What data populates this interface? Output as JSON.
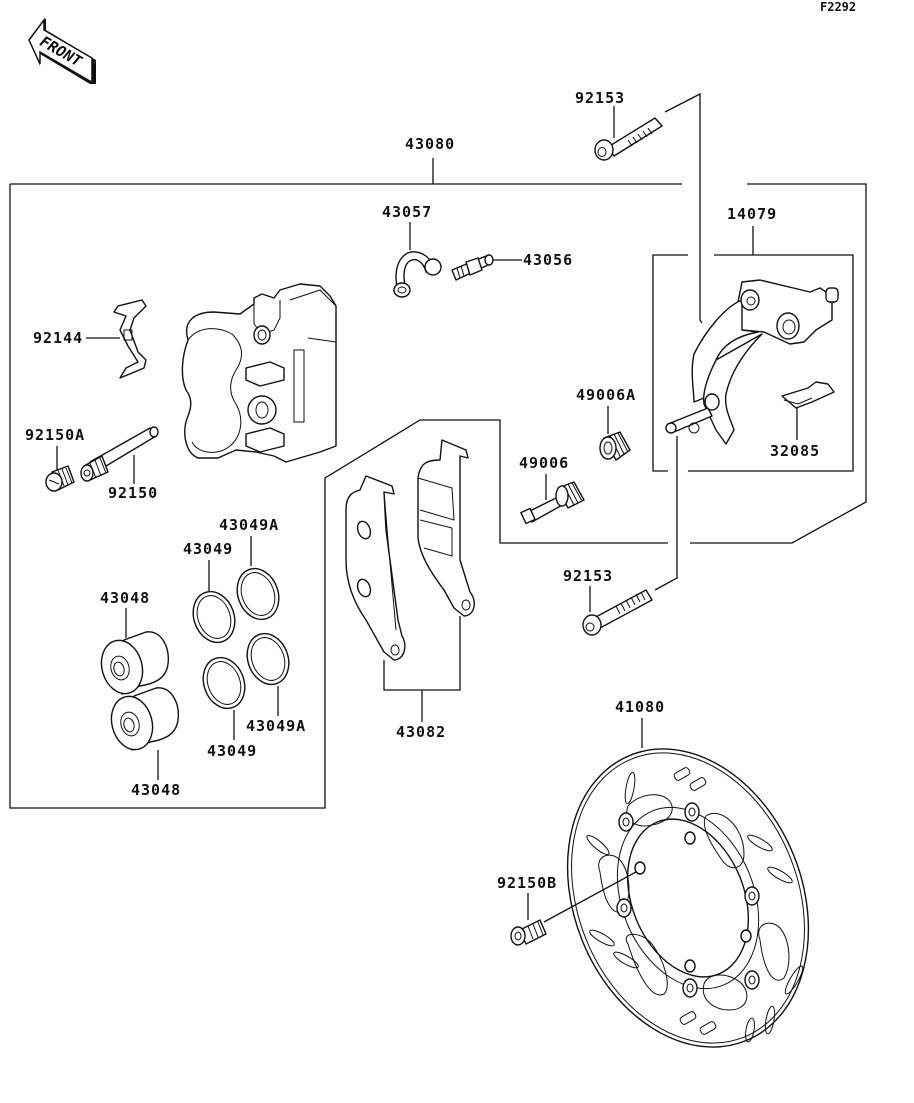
{
  "diagram": {
    "reference_code": "F2292",
    "orientation_label": "FRONT",
    "groups": {
      "caliper_assembly": "43080",
      "bracket_assembly": "14079",
      "pad_set": "43082"
    },
    "labels": {
      "bolt_top": "92153",
      "caliper": "43080",
      "banjo": "43057",
      "bleeder": "43056",
      "bracket": "14079",
      "spring": "92144",
      "plug": "92150A",
      "pin": "92150",
      "boot_a": "49006A",
      "boot": "49006",
      "clip": "32085",
      "seal_a_top": "43049A",
      "seal_top": "43049",
      "piston_top": "43048",
      "seal_bottom": "43049",
      "seal_a_bottom": "43049A",
      "piston_bottom": "43048",
      "pads": "43082",
      "bolt_bottom": "92153",
      "disc": "41080",
      "disc_bolt": "92150B"
    }
  }
}
